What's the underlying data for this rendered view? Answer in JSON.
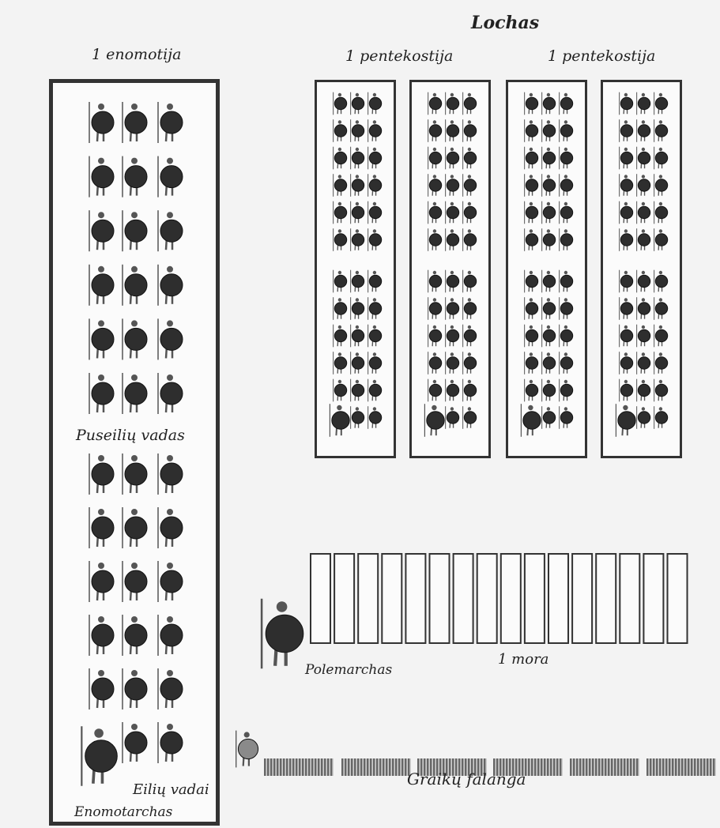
{
  "title": "Lochas",
  "labels": {
    "enomotija": "1 enomotija",
    "pentekostija_left": "1 pentekostija",
    "pentekostija_right": "1 pentekostija",
    "puseiliu_vadas": "Puseilių vadas",
    "eiliu_vadai": "Eilių vadai",
    "enomotarchas": "Enomotarchas",
    "polemarchas": "Polemarchas",
    "mora": "1 mora",
    "falanga": "Graikų falanga"
  },
  "structure": {
    "enomotija_ranks": 12,
    "enomotija_files": 3,
    "enomotija_upper_ranks": 6,
    "pentekostija_count": 4,
    "pentekostija_ranks_per_block": 6,
    "pentekostija_files": 3,
    "mora_units": 16,
    "falanga_blocks": 6
  },
  "colors": {
    "frame": "#333333",
    "shield": "#2e2e2e",
    "figure": "#555555",
    "mora_fill": "#fbfbfb",
    "falanga": "#666666",
    "background": "#f3f3f3"
  },
  "icons": {
    "hoplite": "hoplite-soldier-icon",
    "leader": "commander-icon"
  }
}
